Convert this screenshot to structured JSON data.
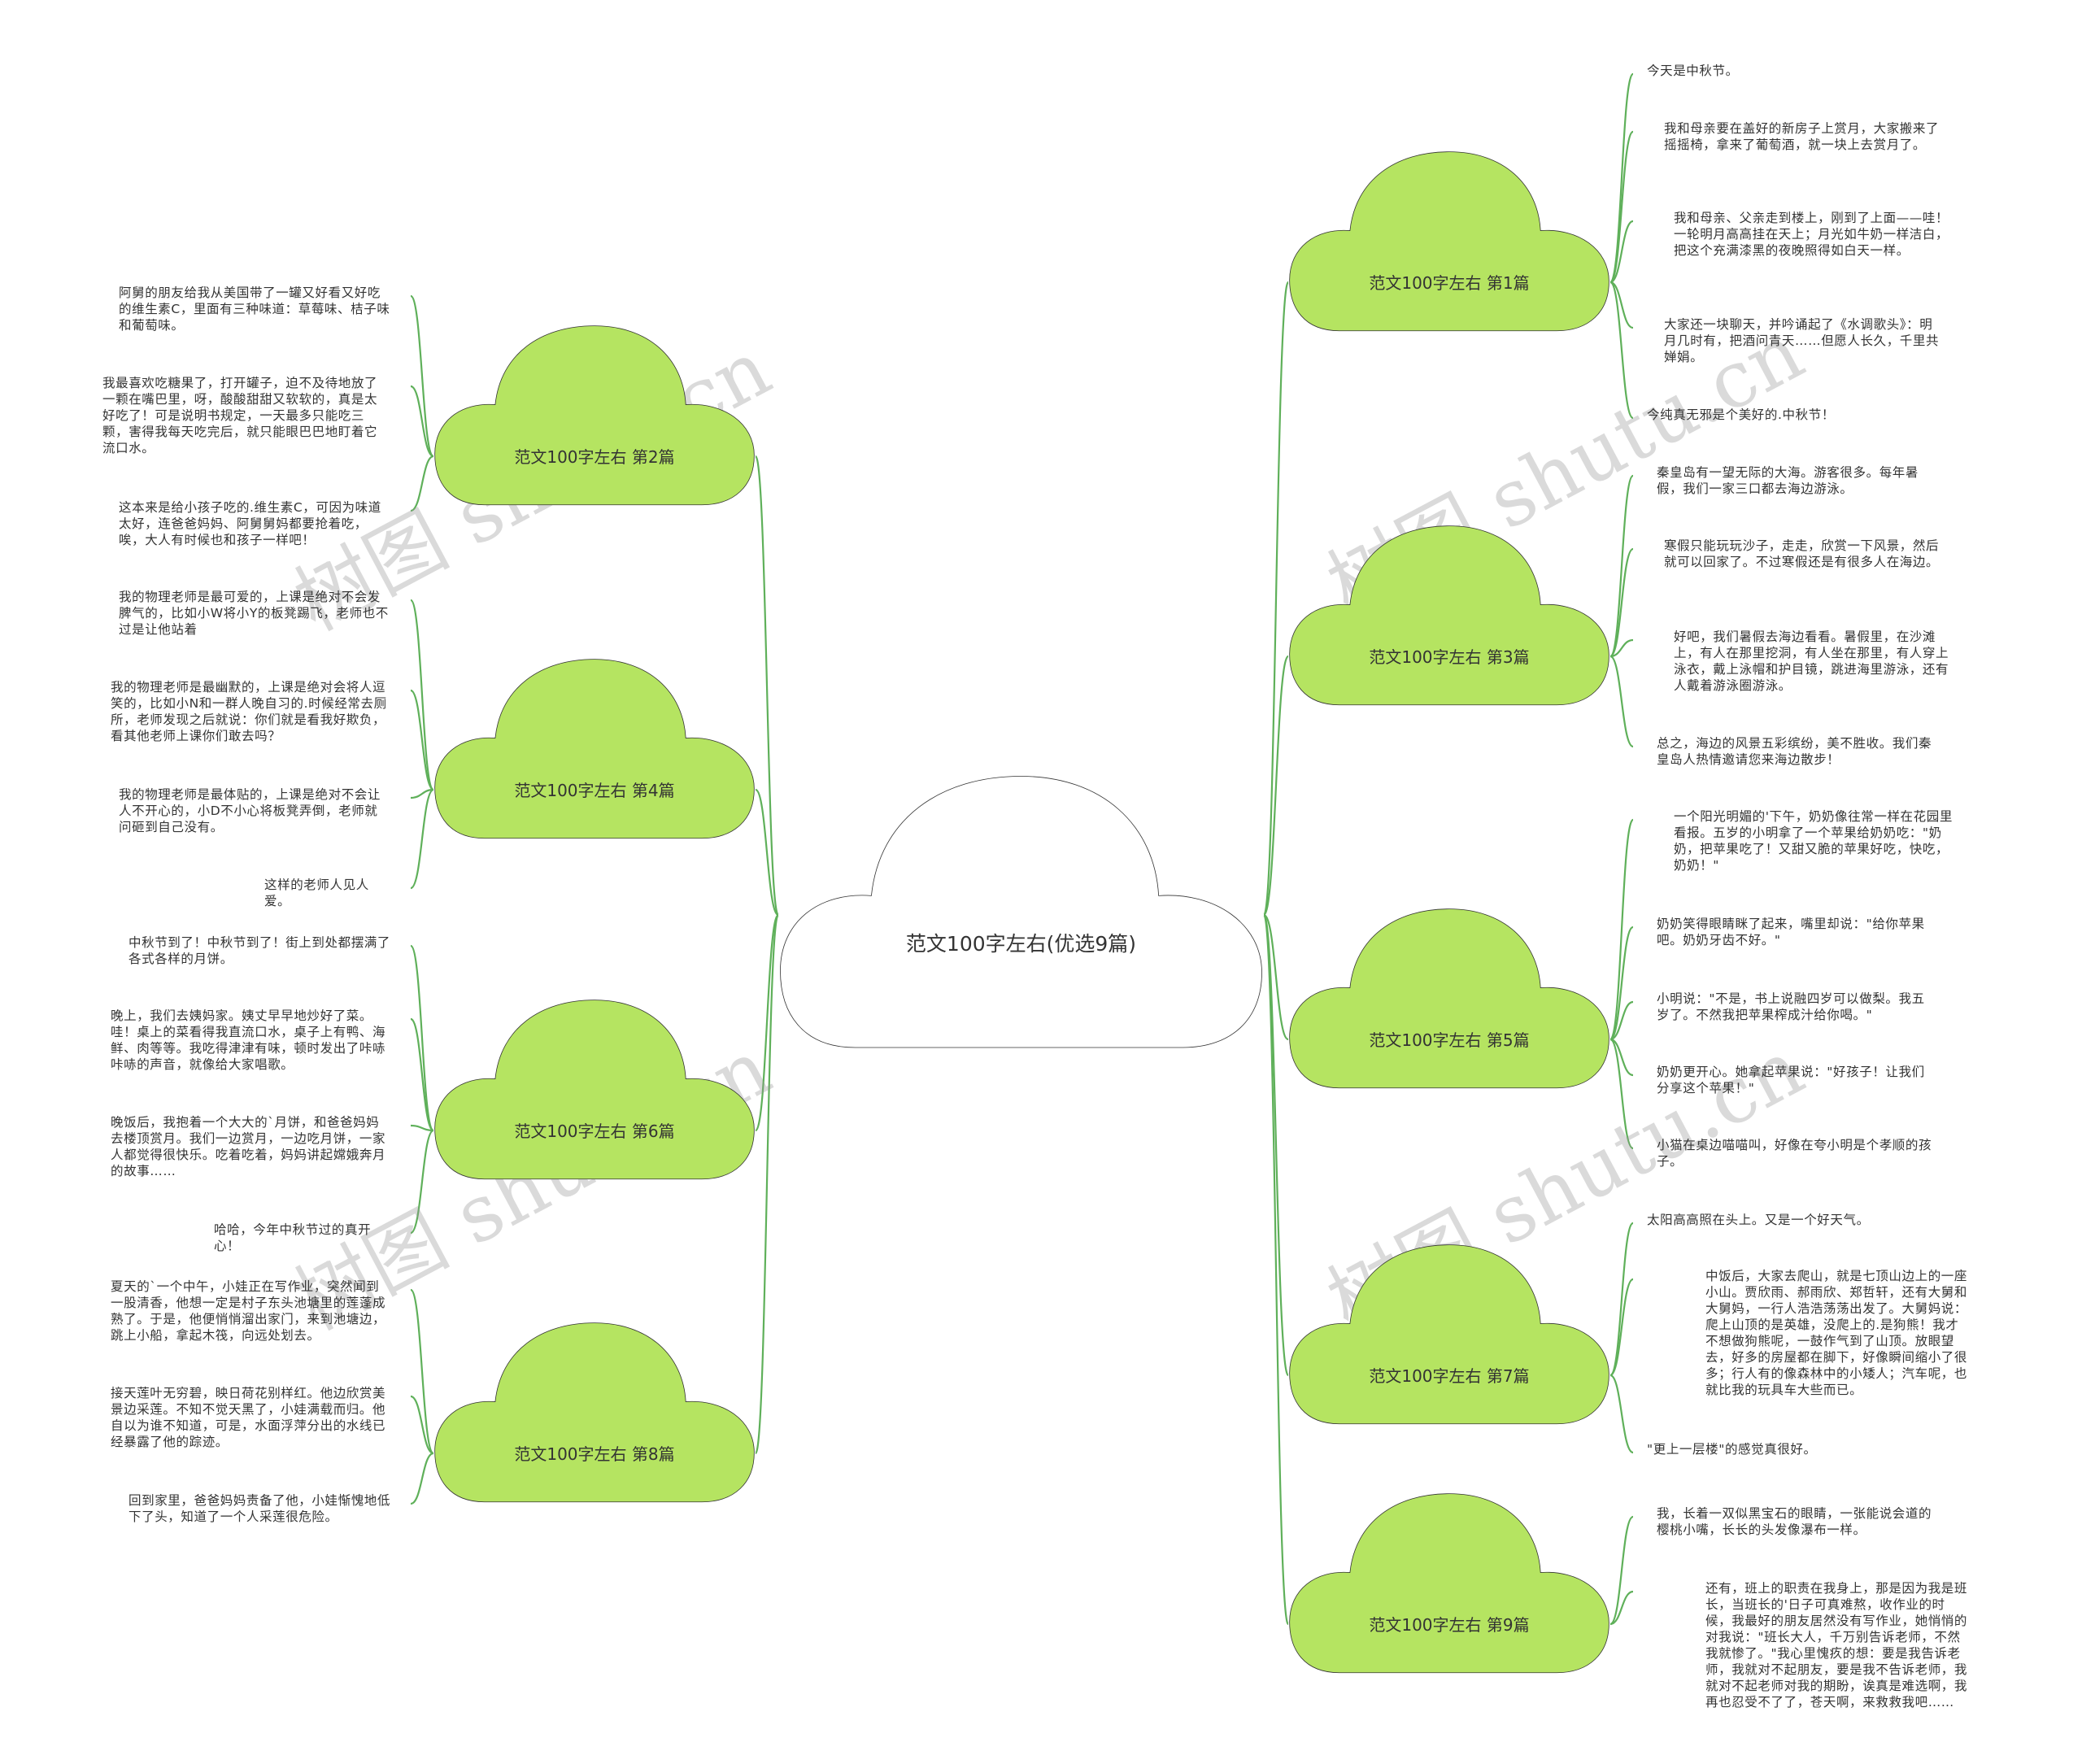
{
  "watermark": "树图 shutu.cn",
  "colors": {
    "branch_fill": "#b5e461",
    "line": "#5fb05a",
    "outline": "#333333",
    "main_fill": "#ffffff"
  },
  "root": {
    "label": "范文100字左右(优选9篇)"
  },
  "branches": [
    {
      "label": "范文100字左右 第1篇",
      "side": "right",
      "children": [
        "今天是中秋节。",
        "我和母亲要在盖好的新房子上赏月，大家搬来了摇摇椅，拿来了葡萄酒，就一块上去赏月了。",
        "我和母亲、父亲走到楼上，刚到了上面——哇！一轮明月高高挂在天上；月光如牛奶一样洁白，把这个充满漆黑的夜晚照得如白天一样。",
        "大家还一块聊天，并吟诵起了《水调歌头》：明月几时有，把酒问青天……但愿人长久，千里共婵娟。",
        "今纯真无邪是个美好的.中秋节！"
      ]
    },
    {
      "label": "范文100字左右 第2篇",
      "side": "left",
      "children": [
        "阿舅的朋友给我从美国带了一罐又好看又好吃的维生素C，里面有三种味道：草莓味、桔子味和葡萄味。",
        "我最喜欢吃糖果了，打开罐子，迫不及待地放了一颗在嘴巴里，呀，酸酸甜甜又软软的，真是太好吃了！可是说明书规定，一天最多只能吃三颗，害得我每天吃完后，就只能眼巴巴地盯着它流口水。",
        "这本来是给小孩子吃的.维生素C，可因为味道太好，连爸爸妈妈、阿舅舅妈都要抢着吃，唉，大人有时候也和孩子一样吧！"
      ]
    },
    {
      "label": "范文100字左右 第3篇",
      "side": "right",
      "children": [
        "秦皇岛有一望无际的大海。游客很多。每年暑假，我们一家三口都去海边游泳。",
        "寒假只能玩玩沙子，走走，欣赏一下风景，然后就可以回家了。不过寒假还是有很多人在海边。",
        "好吧，我们暑假去海边看看。暑假里，在沙滩上，有人在那里挖洞，有人坐在那里，有人穿上泳衣，戴上泳帽和护目镜，跳进海里游泳，还有人戴着游泳圈游泳。",
        "总之，海边的风景五彩缤纷，美不胜收。我们秦皇岛人热情邀请您来海边散步！"
      ]
    },
    {
      "label": "范文100字左右 第4篇",
      "side": "left",
      "children": [
        "我的物理老师是最可爱的，上课是绝对不会发脾气的，比如小W将小Y的板凳踢飞，老师也不过是让他站着",
        "我的物理老师是最幽默的，上课是绝对会将人逗笑的，比如小N和一群人晚自习的.时候经常去厕所，老师发现之后就说：你们就是看我好欺负，看其他老师上课你们敢去吗？",
        "我的物理老师是最体贴的，上课是绝对不会让人不开心的，小D不小心将板凳弄倒，老师就问砸到自己没有。",
        "这样的老师人见人爱。"
      ]
    },
    {
      "label": "范文100字左右 第5篇",
      "side": "right",
      "children": [
        "一个阳光明媚的'下午，奶奶像往常一样在花园里看报。五岁的小明拿了一个苹果给奶奶吃：\"奶奶，把苹果吃了！又甜又脆的苹果好吃，快吃，奶奶！\"",
        "奶奶笑得眼睛眯了起来，嘴里却说：\"给你苹果吧。奶奶牙齿不好。\"",
        "小明说：\"不是，书上说融四岁可以做梨。我五岁了。不然我把苹果榨成汁给你喝。\"",
        "奶奶更开心。她拿起苹果说：\"好孩子！让我们分享这个苹果！\"",
        "小猫在桌边喵喵叫，好像在夸小明是个孝顺的孩子。"
      ]
    },
    {
      "label": "范文100字左右 第6篇",
      "side": "left",
      "children": [
        "中秋节到了！中秋节到了！街上到处都摆满了各式各样的月饼。",
        "晚上，我们去姨妈家。姨丈早早地炒好了菜。哇！桌上的菜看得我直流口水，桌子上有鸭、海鲜、肉等等。我吃得津津有味，顿时发出了咔哧咔哧的声音，就像给大家唱歌。",
        "晚饭后，我抱着一个大大的`月饼，和爸爸妈妈去楼顶赏月。我们一边赏月，一边吃月饼，一家人都觉得很快乐。吃着吃着，妈妈讲起嫦娥奔月的故事……",
        "哈哈，今年中秋节过的真开心！"
      ]
    },
    {
      "label": "范文100字左右 第7篇",
      "side": "right",
      "children": [
        "太阳高高照在头上。又是一个好天气。",
        "中饭后，大家去爬山，就是七顶山边上的一座小山。贾欣雨、郝雨欣、郑哲轩，还有大舅和大舅妈，一行人浩浩荡荡出发了。大舅妈说：爬上山顶的是英雄，没爬上的.是狗熊！我才不想做狗熊呢，一鼓作气到了山顶。放眼望去，好多的房屋都在脚下，好像瞬间缩小了很多；行人有的像森林中的小矮人；汽车呢，也就比我的玩具车大些而已。",
        "\"更上一层楼\"的感觉真很好。"
      ]
    },
    {
      "label": "范文100字左右 第8篇",
      "side": "left",
      "children": [
        "夏天的`一个中午，小娃正在写作业，突然闻到一股清香，他想一定是村子东头池塘里的莲蓬成熟了。于是，他便悄悄溜出家门，来到池塘边，跳上小船，拿起木筏，向远处划去。",
        "接天莲叶无穷碧，映日荷花别样红。他边欣赏美景边采莲。不知不觉天黑了，小娃满载而归。他自以为谁不知道，可是，水面浮萍分出的水线已经暴露了他的踪迹。",
        "回到家里，爸爸妈妈责备了他，小娃惭愧地低下了头，知道了一个人采莲很危险。"
      ]
    },
    {
      "label": "范文100字左右 第9篇",
      "side": "right",
      "children": [
        "我，长着一双似黑宝石的眼睛，一张能说会道的樱桃小嘴，长长的头发像瀑布一样。",
        "还有，班上的职责在我身上，那是因为我是班长，当班长的'日子可真难熬，收作业的时候，我最好的朋友居然没有写作业，她悄悄的对我说：\"班长大人，千万别告诉老师，不然我就惨了。\"我心里愧疚的想：要是我告诉老师，我就对不起朋友，要是我不告诉老师，我就对不起老师对我的期盼，诶真是难选啊，我再也忍受不了了，苍天啊，来救救我吧……"
      ]
    }
  ]
}
